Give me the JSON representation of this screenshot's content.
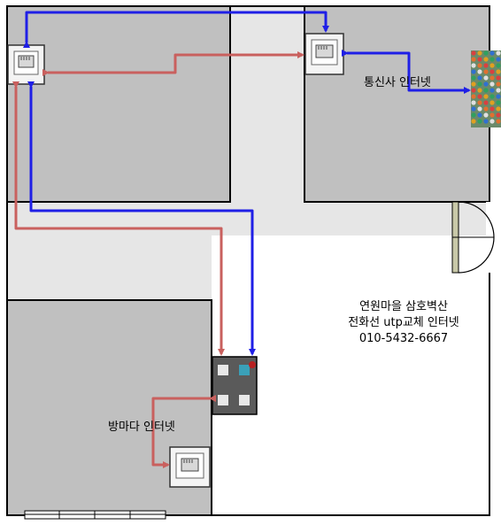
{
  "labels": {
    "isp_internet": "통신사 인터넷",
    "room_internet": "방마다 인터넷"
  },
  "info": {
    "line1": "연원마을 삼호벽산",
    "line2": "전화선 utp교체 인터넷",
    "line3": "010-5432-6667"
  },
  "colors": {
    "blue_line": "#1f1fe6",
    "red_line": "#c9605e",
    "room_fill": "#c0c0c0",
    "corridor_fill": "#e6e6e6",
    "wall": "#000000"
  },
  "icons": {
    "jack": "rj45-wall-jack-icon",
    "panel": "network-patch-panel-icon",
    "cable": "utp-cable-bundle-icon",
    "door": "double-swing-door-icon"
  }
}
